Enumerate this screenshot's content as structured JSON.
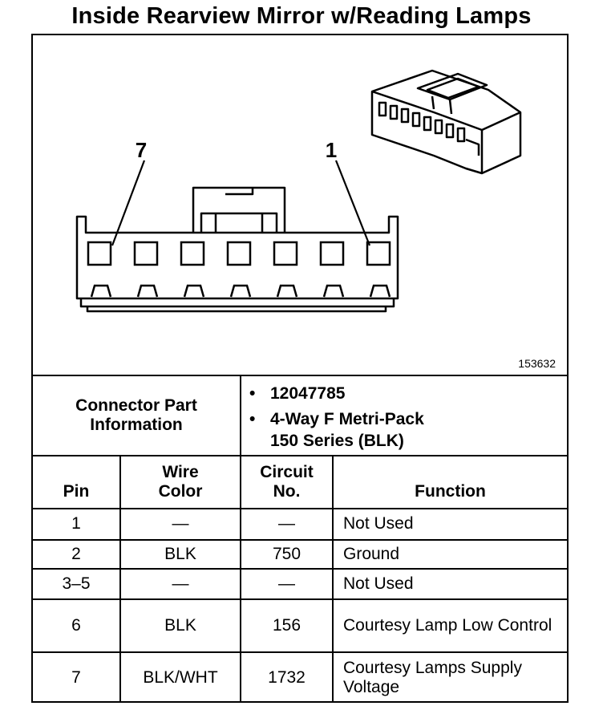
{
  "title": "Inside Rearview Mirror w/Reading Lamps",
  "diagram": {
    "pin_left_label": "7",
    "pin_right_label": "1",
    "figure_id": "153632"
  },
  "connector_info": {
    "label": "Connector Part Information",
    "bullets": [
      "12047785",
      "4-Way F Metri-Pack 150 Series (BLK)"
    ]
  },
  "table": {
    "headers": [
      "Pin",
      "Wire Color",
      "Circuit No.",
      "Function"
    ],
    "rows": [
      {
        "pin": "1",
        "color": "—",
        "circuit": "—",
        "function": "Not Used"
      },
      {
        "pin": "2",
        "color": "BLK",
        "circuit": "750",
        "function": "Ground"
      },
      {
        "pin": "3–5",
        "color": "—",
        "circuit": "—",
        "function": "Not Used"
      },
      {
        "pin": "6",
        "color": "BLK",
        "circuit": "156",
        "function": "Courtesy Lamp Low Control"
      },
      {
        "pin": "7",
        "color": "BLK/WHT",
        "circuit": "1732",
        "function": "Courtesy Lamps Supply Voltage"
      }
    ]
  }
}
